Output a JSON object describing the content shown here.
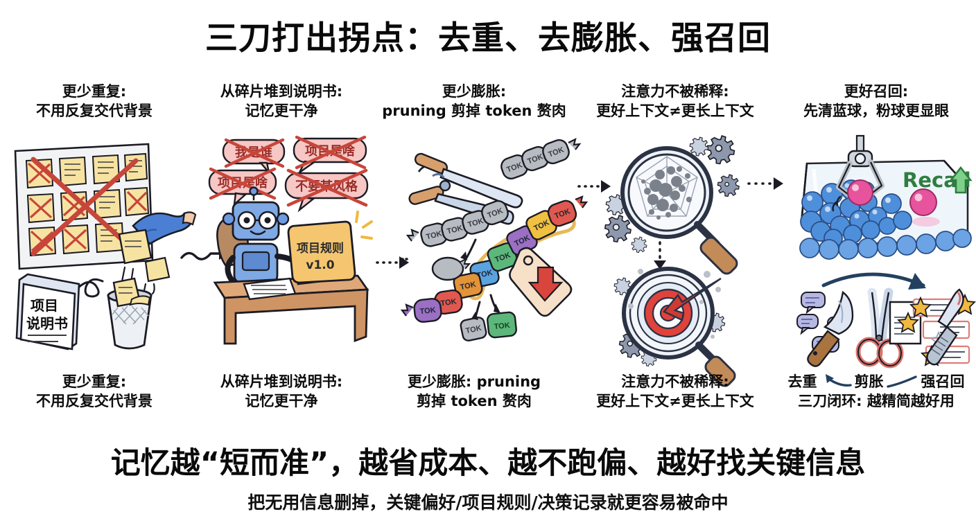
{
  "title": "三刀打出拐点：去重、去膨胀、强召回",
  "footer": {
    "headline": "记忆越“短而准”，越省成本、越不跑偏、越好找关键信息",
    "subline": "把无用信息删掉，关键偏好/项目规则/决策记录就更容易被命中"
  },
  "captions_top": [
    {
      "line1": "更少重复:",
      "line2": "不用反复交代背景"
    },
    {
      "line1": "从碎片堆到说明书:",
      "line2": "记忆更干净"
    },
    {
      "line1": "更少膨胀:",
      "line2": "pruning 剪掉 token 赘肉"
    },
    {
      "line1": "注意力不被稀释:",
      "line2": "更好上下文≠更长上下文"
    },
    {
      "line1": "更好召回:",
      "line2": "先清蓝球，粉球更显眼"
    }
  ],
  "captions_bottom": [
    {
      "line1": "更少重复:",
      "line2": "不用反复交代背景"
    },
    {
      "line1": "从碎片堆到说明书:",
      "line2": "记忆更干净"
    },
    {
      "line1": "更少膨胀: pruning",
      "line2": "剪掉 token 赘肉"
    },
    {
      "line1": "注意力不被稀释:",
      "line2": "更好上下文≠更长上下文"
    }
  ],
  "blades": {
    "label_left": "去重",
    "label_mid": "剪胀",
    "label_right": "强召回",
    "summary": "三刀闭环: 越精简越好用"
  },
  "panel1": {
    "doc_line1": "项目",
    "doc_line2": "说明书",
    "note_color": "#f7e3a1",
    "cross_color": "#c8453a",
    "glove_color": "#4a7fd4",
    "sticky_count": 11
  },
  "panel2": {
    "bubbles": [
      "我是谁",
      "项目是啥",
      "项目是啥",
      "不要某风格"
    ],
    "folder_line1": "项目规则",
    "folder_line2": "v1.0",
    "bubble_color": "#f6c7c4",
    "robot_color": "#6d9ae0",
    "desk_color": "#d9a273"
  },
  "panel3": {
    "token_label": "TOK",
    "kept_colors": [
      "#5aa3e0",
      "#5cb87a",
      "#9b6fc4",
      "#f0c040",
      "#e0584f",
      "#e39338"
    ],
    "dropped_color": "#b7bcc2",
    "highlight_color": "#e8b95a",
    "tag_arrow_color": "#d8453c"
  },
  "panel4": {
    "noise_color": "#8b8f96",
    "target_ring_color": "#e0433c",
    "arrow_color": "#cf3b33",
    "gear_color": "#8d98ad"
  },
  "panel5": {
    "recall_label": "Recall",
    "recall_arrow": "↑",
    "recall_color": "#2f7d3f",
    "ball_blue": "#4e8fdb",
    "ball_pink": "#e8539d",
    "claw_color": "#b9bfc7"
  },
  "connectors": {
    "arrow_1_2": "wavy-arrow",
    "arrow_2_3": "dotted-arrow",
    "arrow_3_4": "dotted-arrow",
    "arrow_4_5": "dotted-arrow"
  }
}
